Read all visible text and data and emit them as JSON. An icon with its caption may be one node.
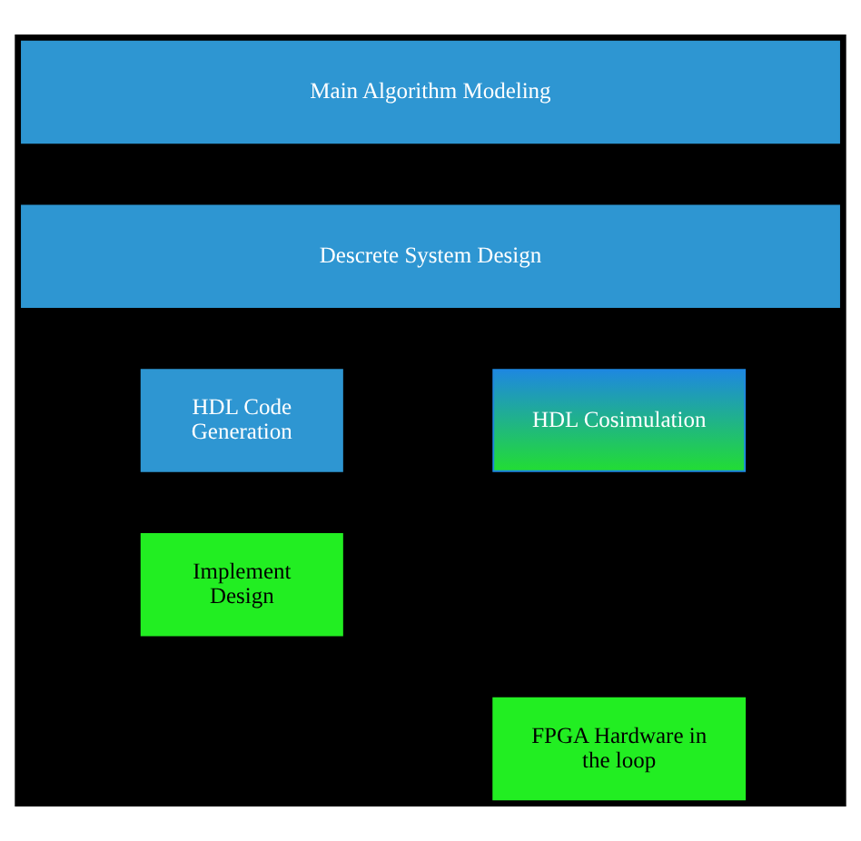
{
  "diagram": {
    "nodes": [
      {
        "text": [
          "Main Algorithm Modeling"
        ]
      },
      {
        "text": [
          "Descrete System Design"
        ]
      },
      {
        "text": [
          "HDL Code Generation"
        ]
      },
      {
        "text": [
          "HDL Cosimulation"
        ]
      },
      {
        "text": [
          "Implement Design"
        ]
      },
      {
        "text": [
          "FPGA Hardware in the loop"
        ]
      }
    ]
  }
}
